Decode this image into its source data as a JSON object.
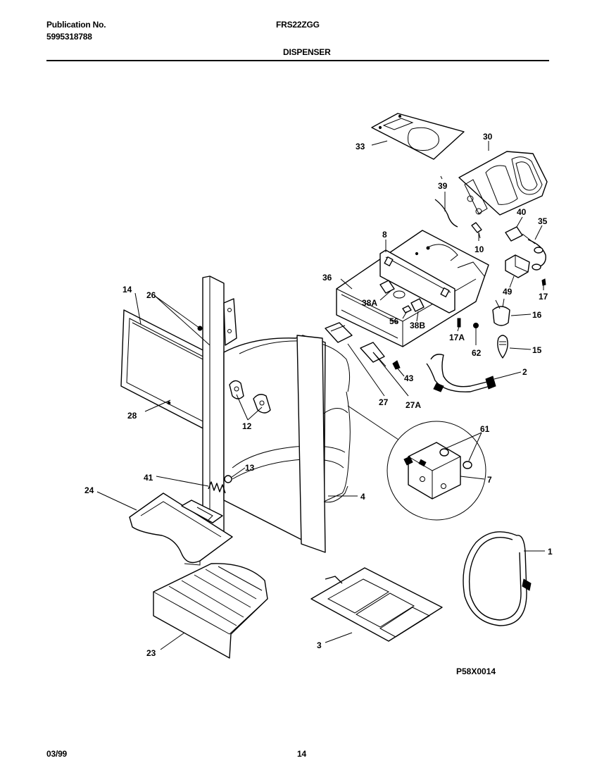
{
  "header": {
    "publication_label": "Publication No.",
    "publication_number": "5995318788",
    "model": "FRS22ZGG",
    "section_title": "DISPENSER"
  },
  "diagram": {
    "code": "P58X0014",
    "callouts": [
      {
        "id": "c33",
        "text": "33"
      },
      {
        "id": "c30",
        "text": "30"
      },
      {
        "id": "c39",
        "text": "39"
      },
      {
        "id": "c40",
        "text": "40"
      },
      {
        "id": "c35",
        "text": "35"
      },
      {
        "id": "c8",
        "text": "8"
      },
      {
        "id": "c10",
        "text": "10"
      },
      {
        "id": "c36",
        "text": "36"
      },
      {
        "id": "c49",
        "text": "49"
      },
      {
        "id": "c17",
        "text": "17"
      },
      {
        "id": "c14",
        "text": "14"
      },
      {
        "id": "c26",
        "text": "26"
      },
      {
        "id": "c38A",
        "text": "38A"
      },
      {
        "id": "c56",
        "text": "56"
      },
      {
        "id": "c38B",
        "text": "38B"
      },
      {
        "id": "c16",
        "text": "16"
      },
      {
        "id": "c17A",
        "text": "17A"
      },
      {
        "id": "c62",
        "text": "62"
      },
      {
        "id": "c15",
        "text": "15"
      },
      {
        "id": "c2",
        "text": "2"
      },
      {
        "id": "c43",
        "text": "43"
      },
      {
        "id": "c27",
        "text": "27"
      },
      {
        "id": "c27A",
        "text": "27A"
      },
      {
        "id": "c28",
        "text": "28"
      },
      {
        "id": "c12",
        "text": "12"
      },
      {
        "id": "c61",
        "text": "61"
      },
      {
        "id": "c7",
        "text": "7"
      },
      {
        "id": "c13",
        "text": "13"
      },
      {
        "id": "c41",
        "text": "41"
      },
      {
        "id": "c24",
        "text": "24"
      },
      {
        "id": "c4",
        "text": "4"
      },
      {
        "id": "c1",
        "text": "1"
      },
      {
        "id": "c23",
        "text": "23"
      },
      {
        "id": "c3",
        "text": "3"
      }
    ]
  },
  "footer": {
    "date": "03/99",
    "page_number": "14"
  }
}
